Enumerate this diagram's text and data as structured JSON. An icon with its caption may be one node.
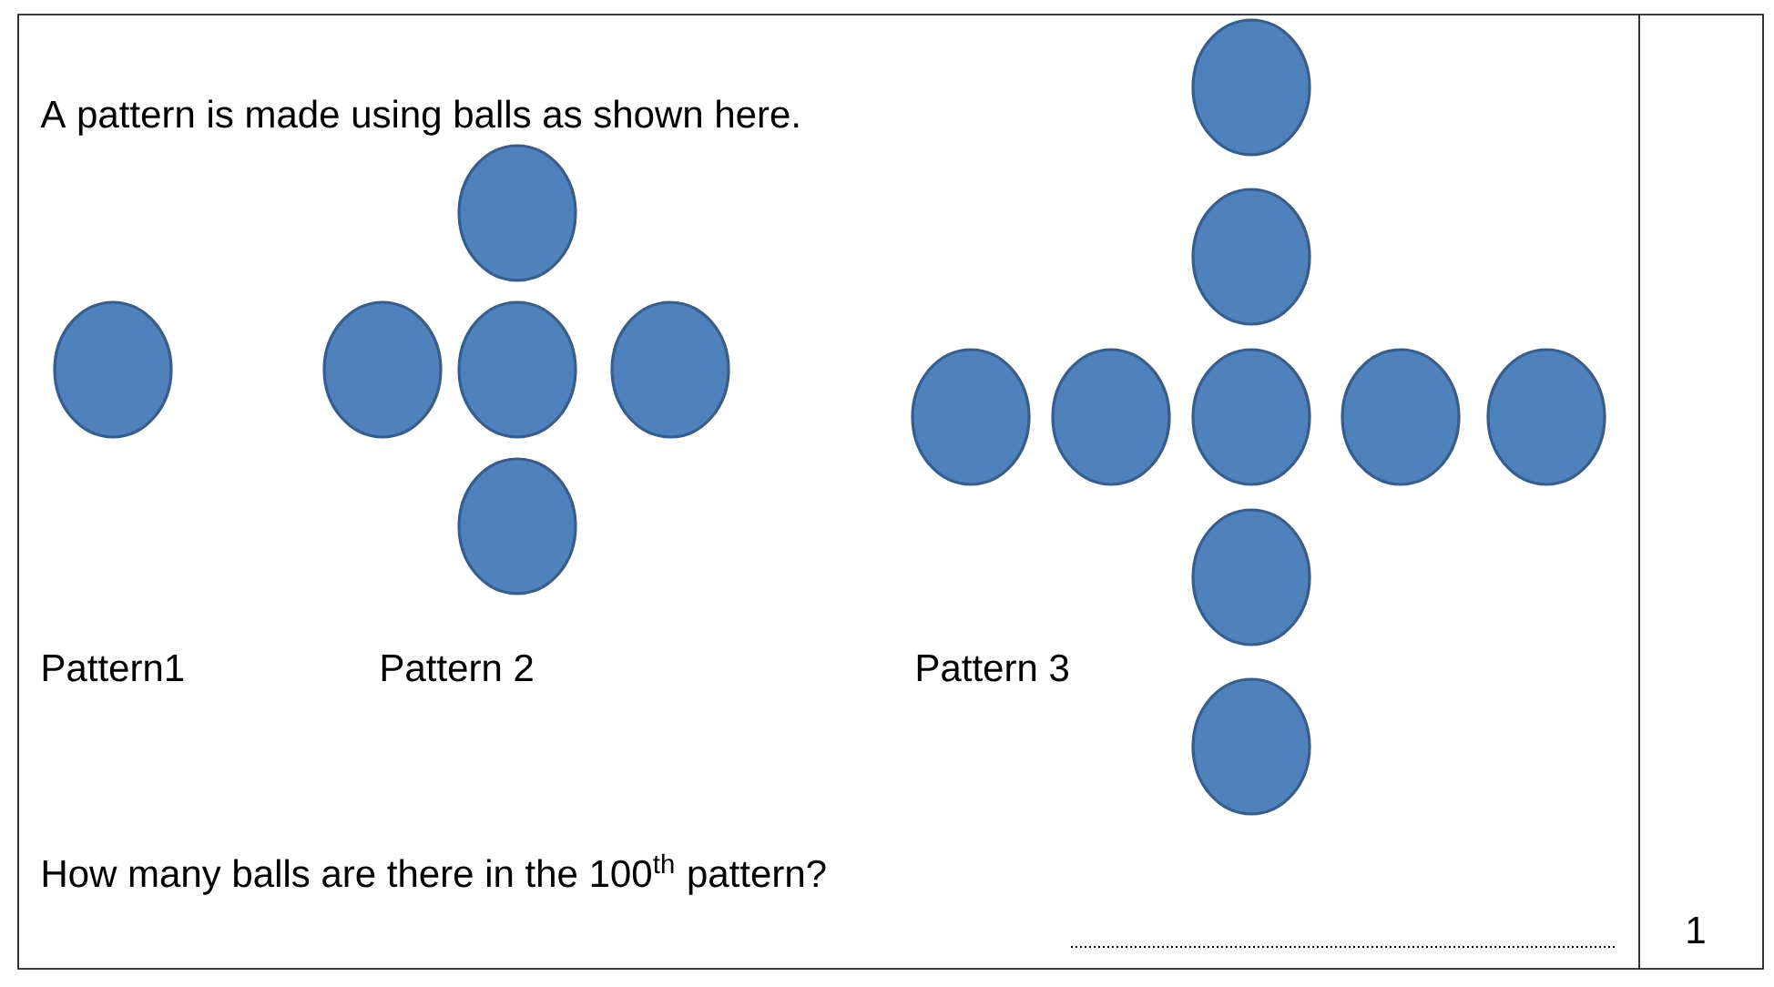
{
  "diagram": {
    "labels": [
      "A pattern is made using balls as shown here.",
      "Pattern1",
      "Pattern 2",
      "Pattern 3",
      "How many balls are there in the 100$^{th}$ pattern?",
      "1"
    ]
  }
}
